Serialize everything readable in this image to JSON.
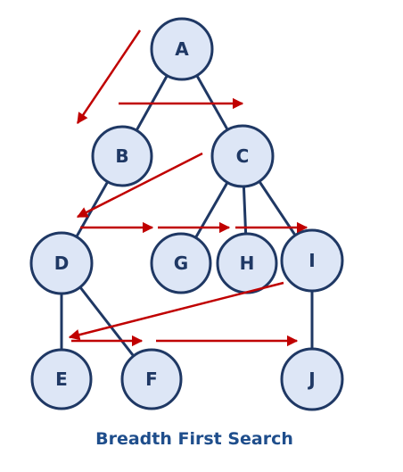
{
  "caption": "Breadth First Search",
  "colors": {
    "node_fill": "#dde6f6",
    "node_stroke": "#1f3864",
    "arrow": "#c00000",
    "caption": "#1f4e8c"
  },
  "nodes": [
    "A",
    "B",
    "C",
    "D",
    "G",
    "H",
    "I",
    "E",
    "F",
    "J"
  ],
  "edges": [
    [
      "A",
      "B"
    ],
    [
      "A",
      "C"
    ],
    [
      "B",
      "D"
    ],
    [
      "C",
      "G"
    ],
    [
      "C",
      "H"
    ],
    [
      "C",
      "I"
    ],
    [
      "D",
      "E"
    ],
    [
      "D",
      "F"
    ],
    [
      "I",
      "J"
    ]
  ],
  "traversal_order": [
    "A",
    "B",
    "C",
    "D",
    "G",
    "H",
    "I",
    "E",
    "F",
    "J"
  ]
}
